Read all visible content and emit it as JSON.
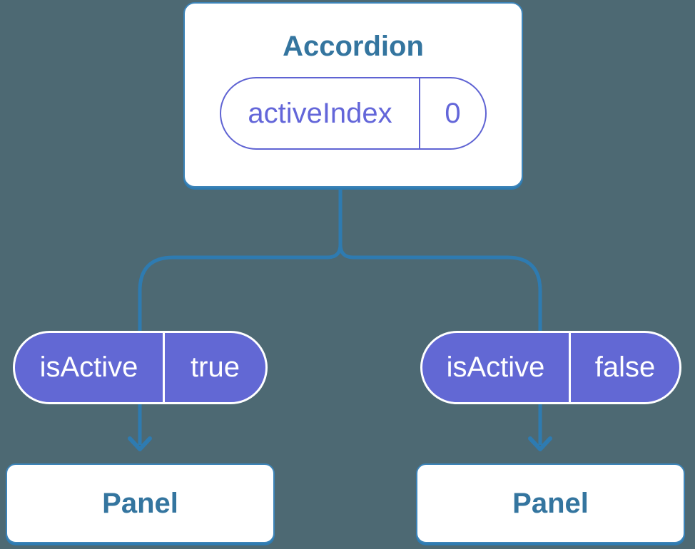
{
  "diagram": {
    "root": {
      "title": "Accordion",
      "state": {
        "name": "activeIndex",
        "value": "0"
      }
    },
    "children": [
      {
        "pill": {
          "name": "isActive",
          "value": "true"
        },
        "panel": "Panel"
      },
      {
        "pill": {
          "name": "isActive",
          "value": "false"
        },
        "panel": "Panel"
      }
    ]
  },
  "colors": {
    "background": "#4D6973",
    "connector_blue": "#2E7BB1",
    "card_border_blue": "#3D84B8",
    "heading_blue": "#34759F",
    "pill_purple": "#6268D4",
    "pill_purple_border": "#5F63D3",
    "pill_text_purple": "#6366D9",
    "card_white": "#FFFFFF"
  }
}
